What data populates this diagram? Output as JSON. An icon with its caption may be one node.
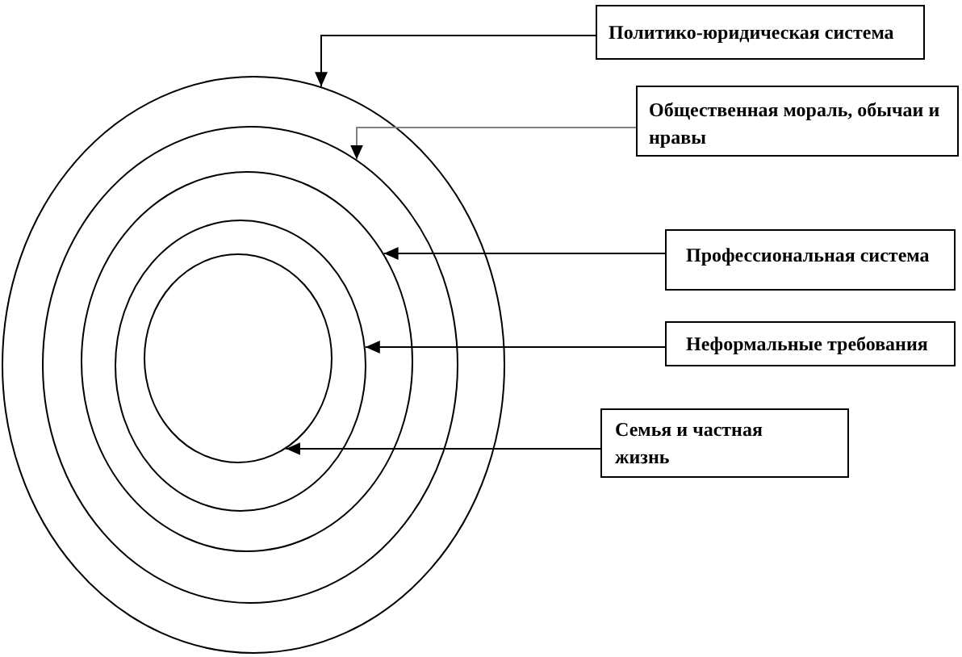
{
  "diagram": {
    "nodes": [
      {
        "text": [
          "Политико-юридическая система"
        ]
      },
      {
        "text": [
          "Общественная мораль, обычаи и нравы"
        ]
      },
      {
        "text": [
          "Профессиональная система"
        ]
      },
      {
        "text": [
          "Неформальные требования"
        ]
      },
      {
        "text": [
          "Семья и частная жизнь"
        ]
      },
      {
        "text": [],
        "shape": "ellipse"
      },
      {
        "text": [],
        "shape": "ellipse",
        "in": 5
      },
      {
        "text": [],
        "shape": "ellipse",
        "in": 6
      },
      {
        "text": [],
        "shape": "ellipse",
        "in": 7
      },
      {
        "text": [],
        "shape": "ellipse",
        "in": 8
      }
    ],
    "edges": [
      {
        "from": 0,
        "to": 5,
        "arrow": "to"
      },
      {
        "from": 1,
        "to": 6,
        "arrow": "to",
        "color": "#808080"
      },
      {
        "from": 2,
        "to": 7,
        "arrow": "to"
      },
      {
        "from": 3,
        "to": 8,
        "arrow": "to"
      },
      {
        "from": 4,
        "to": 9,
        "arrow": "to"
      }
    ]
  }
}
